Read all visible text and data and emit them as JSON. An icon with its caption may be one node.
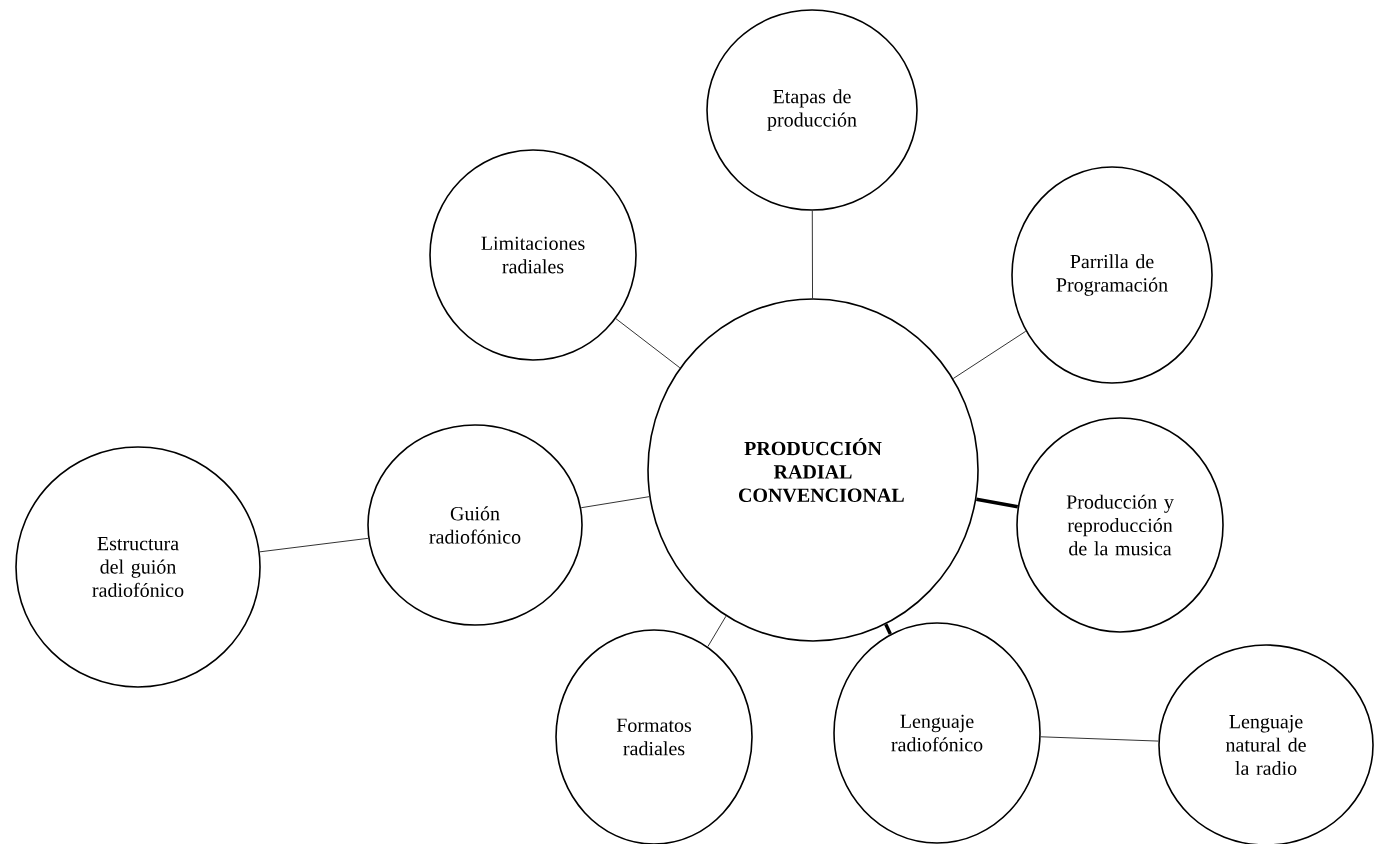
{
  "diagram": {
    "nodes": [
      {
        "text": [
          "PRODUCCIÓN RADIAL CONVENCIONAL"
        ]
      },
      {
        "text": [
          "Etapas de producción"
        ]
      },
      {
        "text": [
          "Limitaciones radiales"
        ]
      },
      {
        "text": [
          "Parrilla de Programación"
        ]
      },
      {
        "text": [
          "Guión radiofónico"
        ]
      },
      {
        "text": [
          "Estructura del guión radiofónico"
        ]
      },
      {
        "text": [
          "Producción y reproducción de la musica"
        ]
      },
      {
        "text": [
          "Formatos radiales"
        ]
      },
      {
        "text": [
          "Lenguaje radiofónico"
        ]
      },
      {
        "text": [
          "Lenguaje natural de la radio"
        ]
      }
    ],
    "edges": [
      {
        "from": 0,
        "to": 1,
        "arrow": "none"
      },
      {
        "from": 0,
        "to": 2,
        "arrow": "none"
      },
      {
        "from": 0,
        "to": 3,
        "arrow": "none"
      },
      {
        "from": 0,
        "to": 4,
        "arrow": "none"
      },
      {
        "from": 4,
        "to": 5,
        "arrow": "none"
      },
      {
        "from": 0,
        "to": 6,
        "arrow": "none",
        "style": "thick"
      },
      {
        "from": 0,
        "to": 7,
        "arrow": "none"
      },
      {
        "from": 0,
        "to": 8,
        "arrow": "none",
        "style": "thick"
      },
      {
        "from": 8,
        "to": 9,
        "arrow": "none"
      }
    ]
  }
}
